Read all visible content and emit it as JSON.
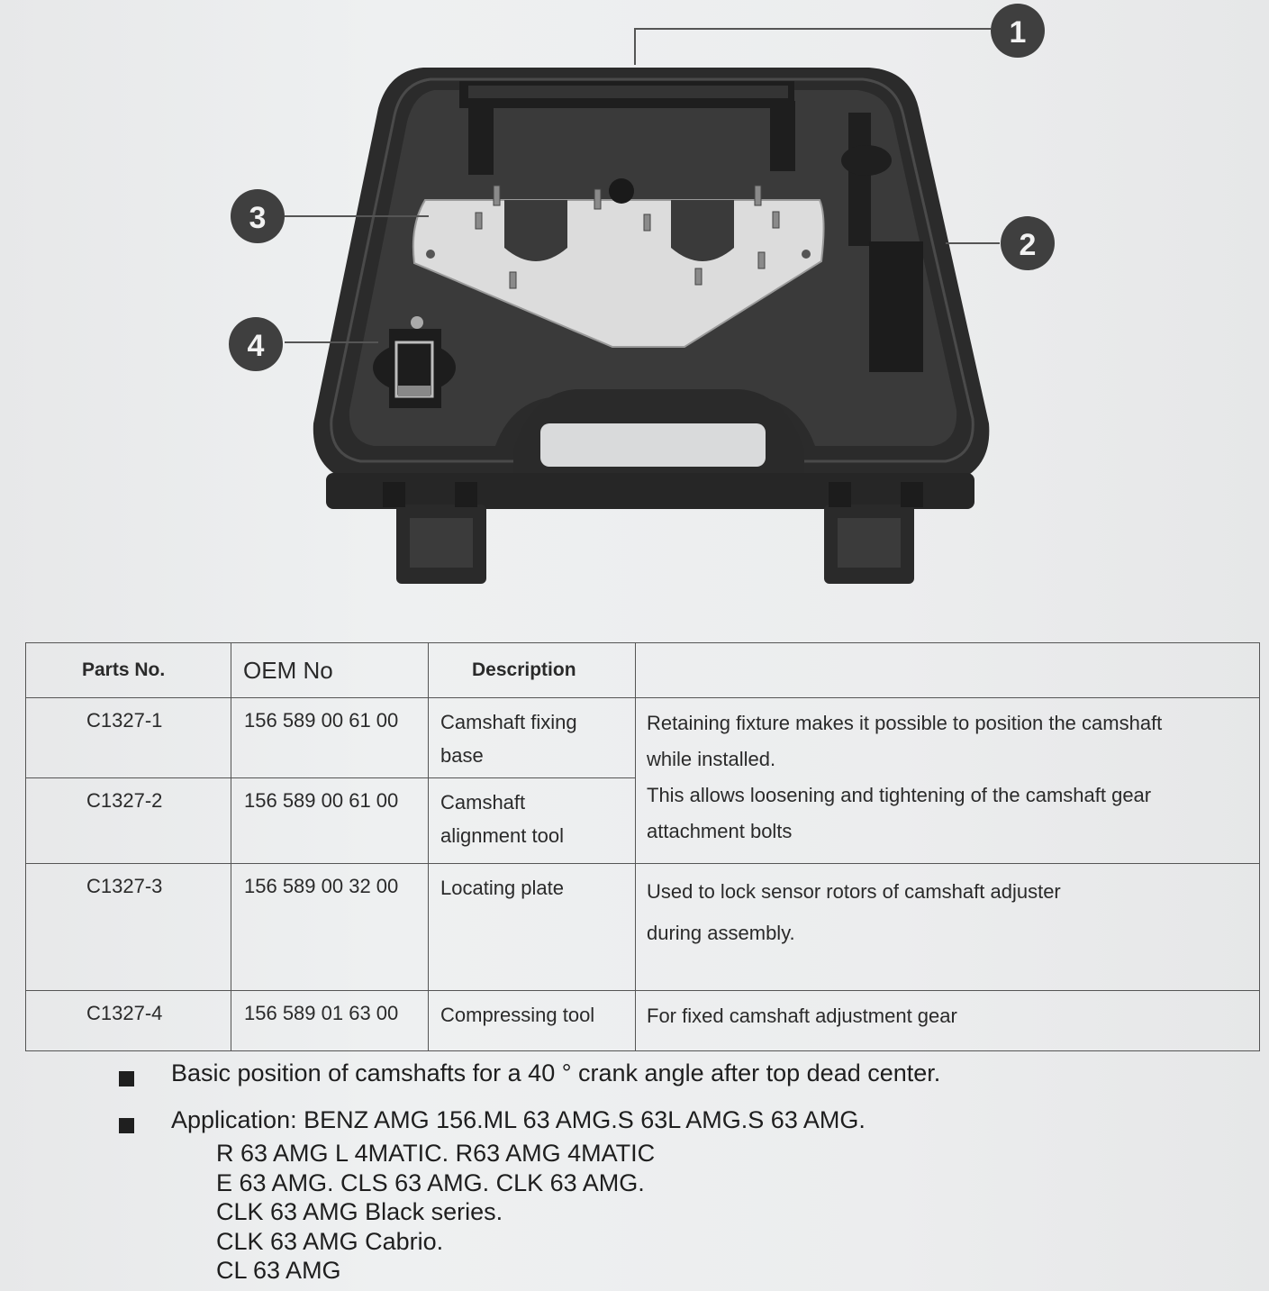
{
  "figure": {
    "callouts": [
      "1",
      "2",
      "3",
      "4"
    ]
  },
  "table": {
    "headers": [
      "Parts No.",
      "OEM No",
      "Description",
      ""
    ],
    "rows": [
      {
        "part": "C1327-1",
        "oem": "156 589 00 61 00",
        "desc_lines": [
          "Camshaft fixing",
          "base"
        ]
      },
      {
        "part": "C1327-2",
        "oem": "156 589 00 61 00",
        "desc_lines": [
          "Camshaft",
          "alignment tool"
        ]
      },
      {
        "part": "C1327-3",
        "oem": "156 589 00 32 00",
        "desc_lines": [
          "Locating plate"
        ]
      },
      {
        "part": "C1327-4",
        "oem": "156 589 01 63 00",
        "desc_lines": [
          "Compressing tool"
        ]
      }
    ],
    "notes": {
      "rows_1_2": [
        "Retaining fixture makes it possible to position the camshaft",
        "while installed.",
        "This allows loosening and tightening of the camshaft gear",
        "attachment bolts"
      ],
      "row_3": [
        "Used to lock sensor rotors of camshaft adjuster",
        "during assembly."
      ],
      "row_4": [
        "For fixed camshaft adjustment gear"
      ]
    }
  },
  "bullets": {
    "basic_position": "Basic position of camshafts for a 40 ° crank angle after top dead center.",
    "application_label": "Application: BENZ AMG 156.ML 63 AMG.S 63L AMG.S 63 AMG.",
    "application_lines": [
      "R 63 AMG L 4MATIC. R63 AMG 4MATIC",
      "E 63 AMG. CLS 63 AMG. CLK 63 AMG.",
      "CLK 63 AMG Black series.",
      "CLK 63 AMG Cabrio.",
      "CL 63 AMG"
    ]
  }
}
